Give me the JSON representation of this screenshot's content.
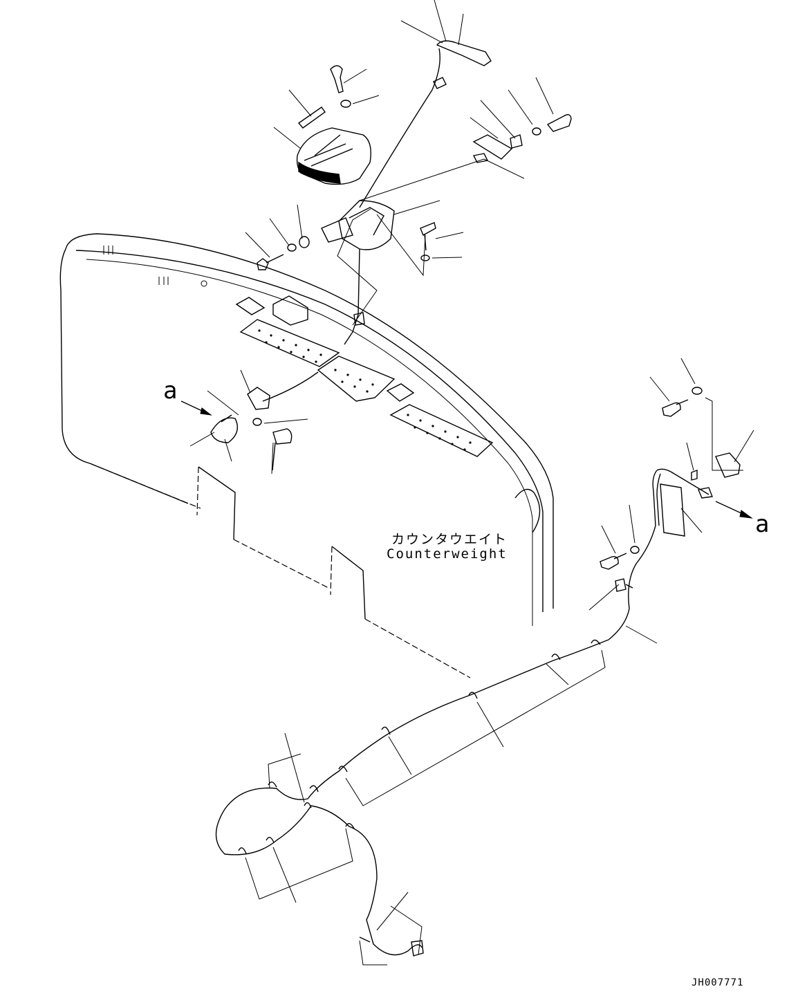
{
  "diagram": {
    "component_label_jp": "カウンタウエイト",
    "component_label_en": "Counterweight",
    "view_marker_left": "a",
    "view_marker_right": "a",
    "drawing_code": "JH007771"
  }
}
